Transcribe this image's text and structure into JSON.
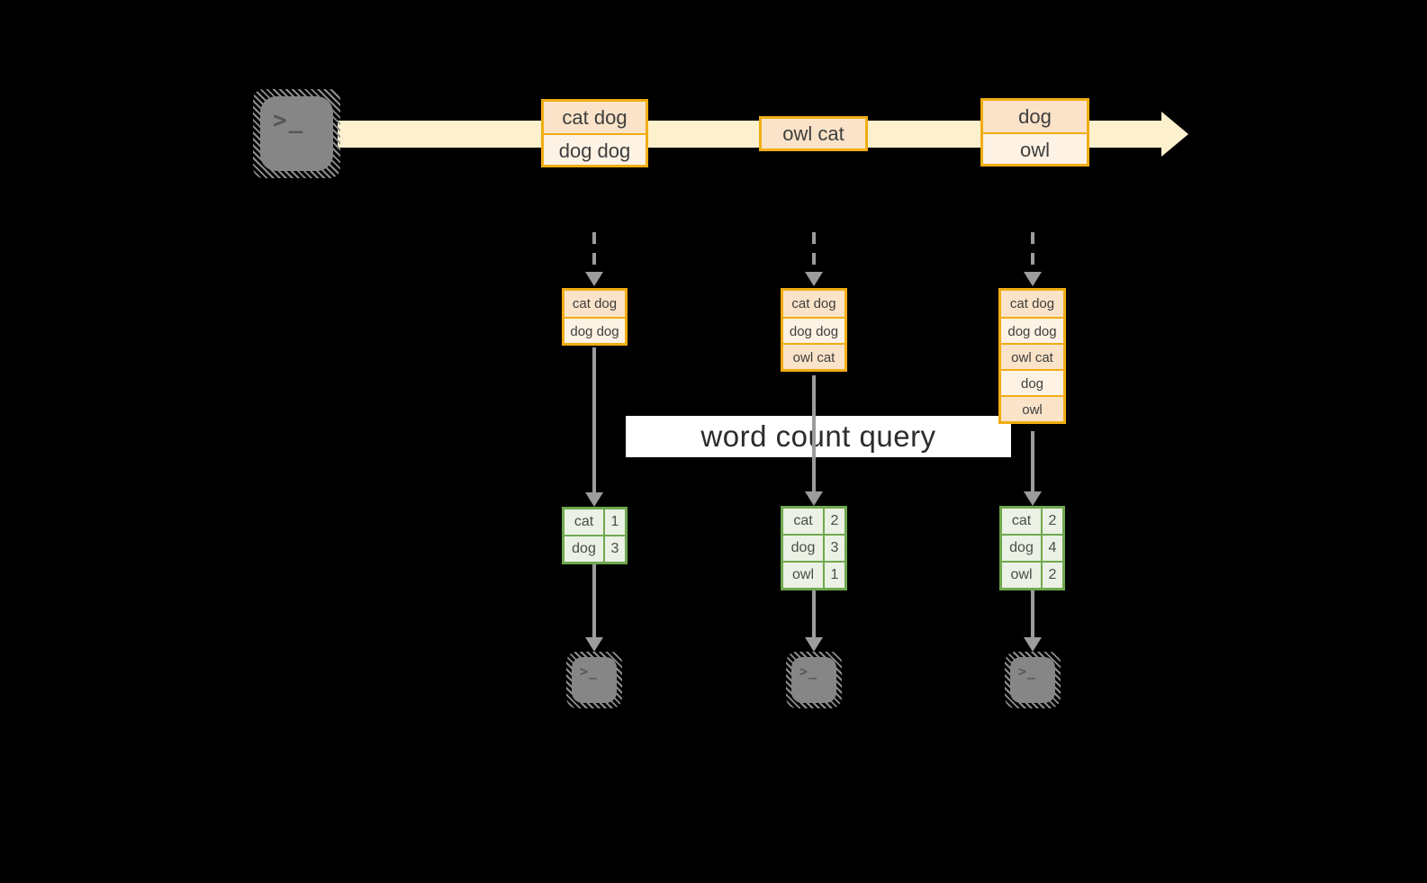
{
  "diagram": {
    "query_label": "word count query",
    "terminal_glyph": ">_",
    "stream": {
      "events": [
        {
          "rows": [
            "cat dog",
            "dog dog"
          ]
        },
        {
          "rows": [
            "owl cat"
          ]
        },
        {
          "rows": [
            "dog",
            "owl"
          ]
        }
      ]
    },
    "buffers": [
      {
        "rows": [
          "cat dog",
          "dog dog"
        ]
      },
      {
        "rows": [
          "cat dog",
          "dog dog",
          "owl cat"
        ]
      },
      {
        "rows": [
          "cat dog",
          "dog dog",
          "owl cat",
          "dog",
          "owl"
        ]
      }
    ],
    "count_tables": [
      {
        "rows": [
          {
            "word": "cat",
            "count": "1"
          },
          {
            "word": "dog",
            "count": "3"
          }
        ]
      },
      {
        "rows": [
          {
            "word": "cat",
            "count": "2"
          },
          {
            "word": "dog",
            "count": "3"
          },
          {
            "word": "owl",
            "count": "1"
          }
        ]
      },
      {
        "rows": [
          {
            "word": "cat",
            "count": "2"
          },
          {
            "word": "dog",
            "count": "4"
          },
          {
            "word": "owl",
            "count": "2"
          }
        ]
      }
    ],
    "colors": {
      "background": "#000000",
      "stream_band": "#fdf1cd",
      "event_border": "#f0ad13",
      "event_fill_dark": "#fae3c8",
      "event_fill_light": "#fdf2e3",
      "table_border": "#6fa84f",
      "table_fill": "#ebf1e4",
      "arrow_gray": "#9c9c9c",
      "terminal_gray": "#868686",
      "banner_bg": "#ffffff"
    }
  }
}
